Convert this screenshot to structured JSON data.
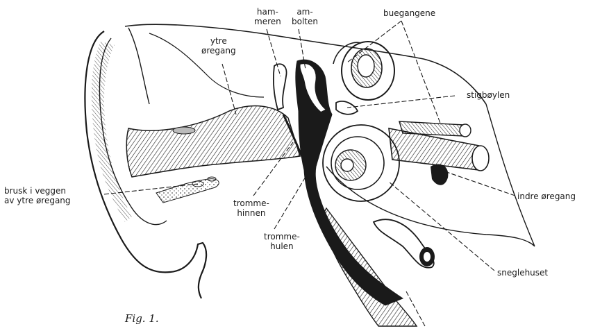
{
  "labels": {
    "hammeren": [
      "ham-",
      "meren"
    ],
    "ambolten": [
      "am-",
      "bolten"
    ],
    "buegangene": "buegangene",
    "ytre_oregang": [
      "ytre",
      "øregang"
    ],
    "stigboylen": "stigbøylen",
    "brusk": [
      "brusk i veggen",
      "av ytre øregang"
    ],
    "indre_oregang": "indre øregang",
    "trommehinnen": [
      "tromme-",
      "hinnen"
    ],
    "trommehulen": [
      "tromme-",
      "hulen"
    ],
    "sneglehuset": "sneglehuset"
  },
  "caption": "Fig. 1.",
  "colors": {
    "ink": "#1a1a1a",
    "paper": "#ffffff"
  }
}
